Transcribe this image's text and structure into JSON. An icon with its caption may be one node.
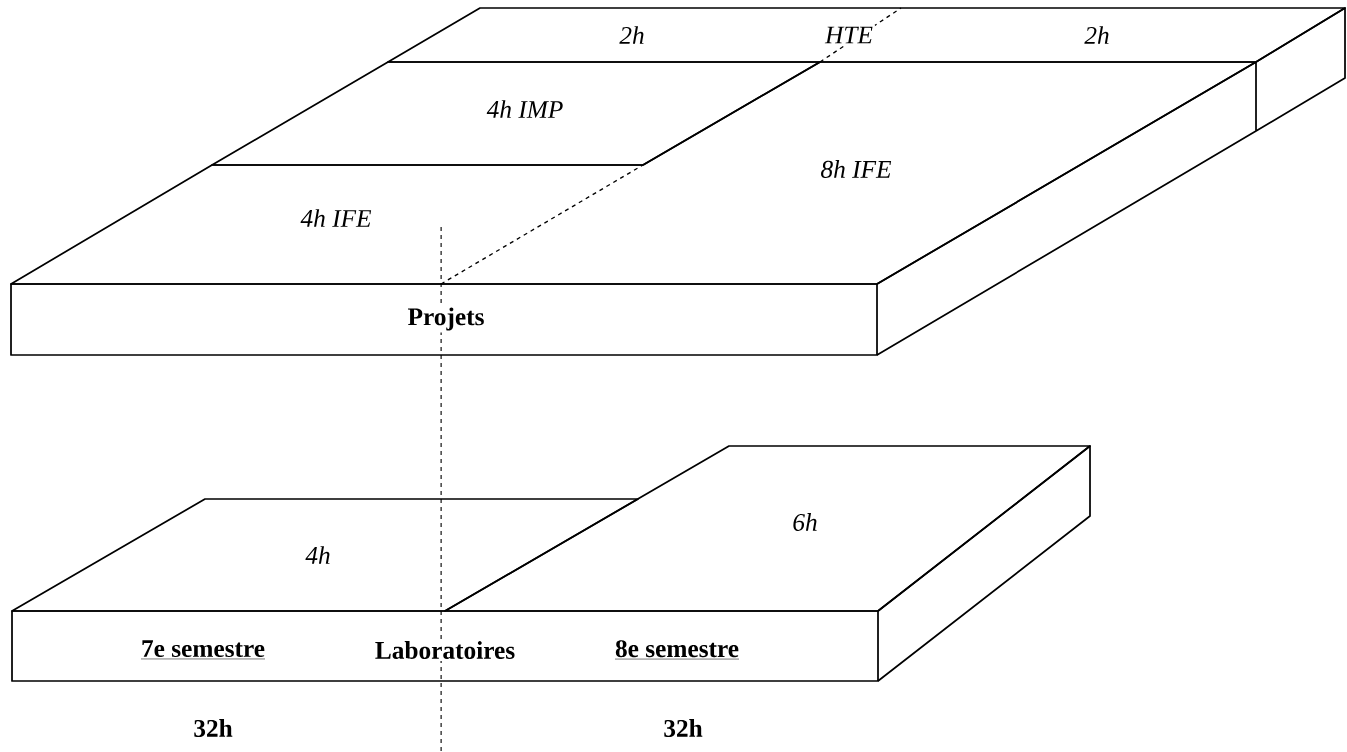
{
  "diagram": {
    "nodes": [
      {
        "text": [
          "2h",
          "HTE",
          "2h"
        ]
      },
      {
        "text": [
          "4h IMP"
        ]
      },
      {
        "text": [
          "4h IFE"
        ]
      },
      {
        "text": [
          "8h IFE"
        ]
      },
      {
        "text": [
          "Projets"
        ]
      },
      {
        "text": [
          "4h"
        ]
      },
      {
        "text": [
          "6h"
        ]
      },
      {
        "text": [
          "7e semestre",
          "Laboratoires",
          "8e semestre"
        ]
      }
    ],
    "labels": [
      "32h",
      "32h"
    ]
  }
}
